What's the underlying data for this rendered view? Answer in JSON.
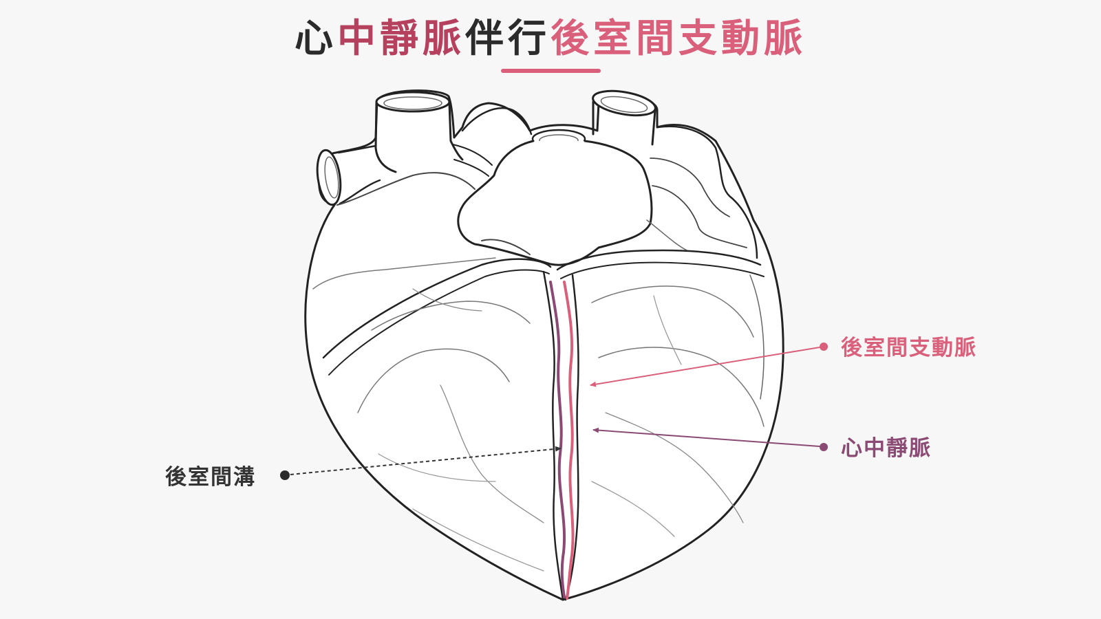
{
  "title": {
    "part1": "心",
    "part2": "中靜脈",
    "part3": "伴行",
    "part4": "後室間支動脈"
  },
  "labels": {
    "artery": "後室間支動脈",
    "vein": "心中靜脈",
    "groove": "後室間溝"
  },
  "colors": {
    "dark": "#2b2b2b",
    "artery": "#d95f7a",
    "vein": "#8a4a74",
    "vein_title": "#b5415e",
    "accent": "#d95f7a",
    "groove": "#333333"
  }
}
